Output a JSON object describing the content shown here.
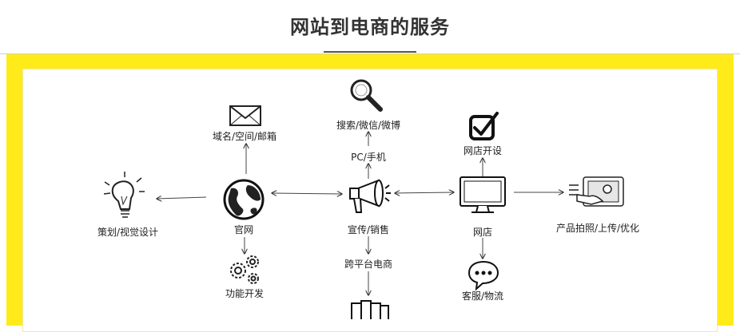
{
  "title": "网站到电商的服务",
  "nodes": {
    "website_official": "官网",
    "promotion_sales": "宣传/销售",
    "online_store": "网店",
    "domain_space_mail": "域名/空间/邮箱",
    "search_wechat_weibo": "搜索/微信/微博",
    "store_dev": "网店开设",
    "planning_visual": "策划/视觉设计",
    "product_photo": "产品拍照/上传/优化",
    "feature_dev": "功能开发",
    "pc_mobile": "PC/手机",
    "cross_platform": "跨平台电商",
    "service_logistics": "客服/物流"
  },
  "icons": [
    "envelope-icon",
    "magnifier-icon",
    "checkbox-icon",
    "lightbulb-icon",
    "globe-icon",
    "megaphone-icon",
    "monitor-icon",
    "touchscreen-icon",
    "gears-icon",
    "chat-bubble-icon",
    "books-icon"
  ]
}
